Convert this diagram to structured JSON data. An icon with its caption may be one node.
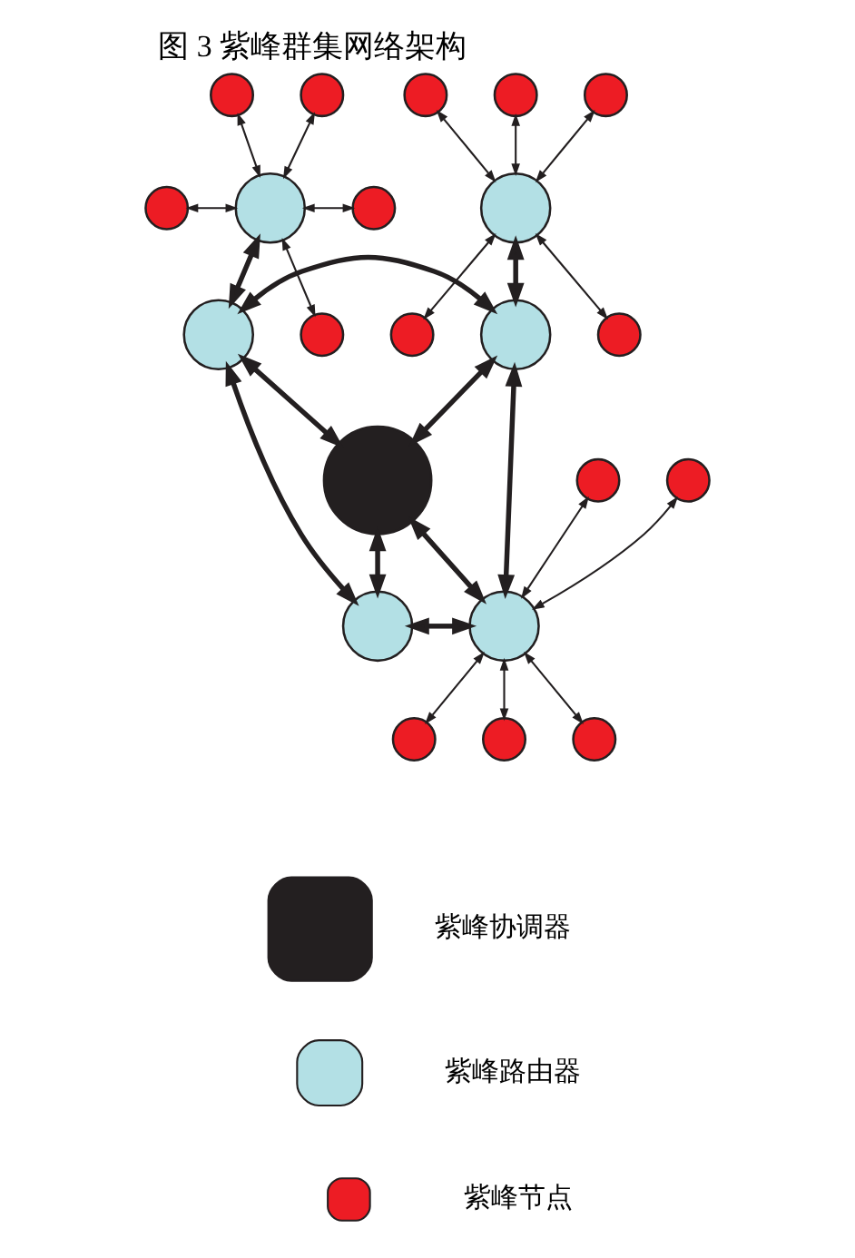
{
  "diagram": {
    "title": "图 3 紫峰群集网络架构",
    "nodes": [
      {
        "text": [],
        "shape": "circle"
      },
      {
        "text": [],
        "shape": "circle"
      },
      {
        "text": [],
        "shape": "circle"
      },
      {
        "text": [],
        "shape": "circle"
      },
      {
        "text": [],
        "shape": "circle"
      },
      {
        "text": [],
        "shape": "circle"
      },
      {
        "text": [],
        "shape": "circle"
      },
      {
        "text": [],
        "shape": "circle"
      },
      {
        "text": [],
        "shape": "circle"
      },
      {
        "text": [],
        "shape": "circle"
      },
      {
        "text": [],
        "shape": "circle"
      },
      {
        "text": [],
        "shape": "circle"
      },
      {
        "text": [],
        "shape": "circle"
      },
      {
        "text": [],
        "shape": "circle"
      },
      {
        "text": [],
        "shape": "circle"
      },
      {
        "text": [],
        "shape": "circle"
      },
      {
        "text": [],
        "shape": "circle"
      },
      {
        "text": [],
        "shape": "circle"
      },
      {
        "text": [],
        "shape": "circle"
      },
      {
        "text": [],
        "shape": "circle"
      },
      {
        "text": [],
        "shape": "circle"
      },
      {
        "text": [],
        "shape": "circle"
      }
    ],
    "edges": [
      {
        "from": 0,
        "to": 3,
        "arrow": "both"
      },
      {
        "from": 1,
        "to": 3,
        "arrow": "both"
      },
      {
        "from": 4,
        "to": 3,
        "arrow": "both"
      },
      {
        "from": 3,
        "to": 6,
        "arrow": "both"
      },
      {
        "from": 3,
        "to": 8,
        "arrow": "both"
      },
      {
        "from": 2,
        "to": 9,
        "arrow": "both"
      },
      {
        "from": 5,
        "to": 9,
        "arrow": "both"
      },
      {
        "from": 7,
        "to": 9,
        "arrow": "both"
      },
      {
        "from": 9,
        "to": 10,
        "arrow": "both"
      },
      {
        "from": 9,
        "to": 13,
        "arrow": "both"
      },
      {
        "from": 3,
        "to": 11,
        "arrow": "both",
        "style": "thick"
      },
      {
        "from": 11,
        "to": 12,
        "arrow": "both",
        "style": "thick"
      },
      {
        "from": 9,
        "to": 12,
        "arrow": "both",
        "style": "thick"
      },
      {
        "from": 11,
        "to": 14,
        "arrow": "both",
        "style": "thick"
      },
      {
        "from": 12,
        "to": 14,
        "arrow": "both",
        "style": "thick"
      },
      {
        "from": 11,
        "to": 16,
        "arrow": "both",
        "style": "thick"
      },
      {
        "from": 14,
        "to": 16,
        "arrow": "both",
        "style": "thick"
      },
      {
        "from": 12,
        "to": 18,
        "arrow": "both",
        "style": "thick"
      },
      {
        "from": 14,
        "to": 18,
        "arrow": "both",
        "style": "thick"
      },
      {
        "from": 16,
        "to": 18,
        "arrow": "both",
        "style": "thick"
      },
      {
        "from": 15,
        "to": 18,
        "arrow": "both"
      },
      {
        "from": 17,
        "to": 18,
        "arrow": "both"
      },
      {
        "from": 18,
        "to": 19,
        "arrow": "both"
      },
      {
        "from": 18,
        "to": 20,
        "arrow": "both"
      },
      {
        "from": 18,
        "to": 21,
        "arrow": "both"
      }
    ],
    "legend": [
      {
        "text": "紫峰协调器",
        "color": "#231f20"
      },
      {
        "text": "紫峰路由器",
        "color": "#b3e0e5"
      },
      {
        "text": "紫峰节点",
        "color": "#ed1c24"
      }
    ]
  }
}
